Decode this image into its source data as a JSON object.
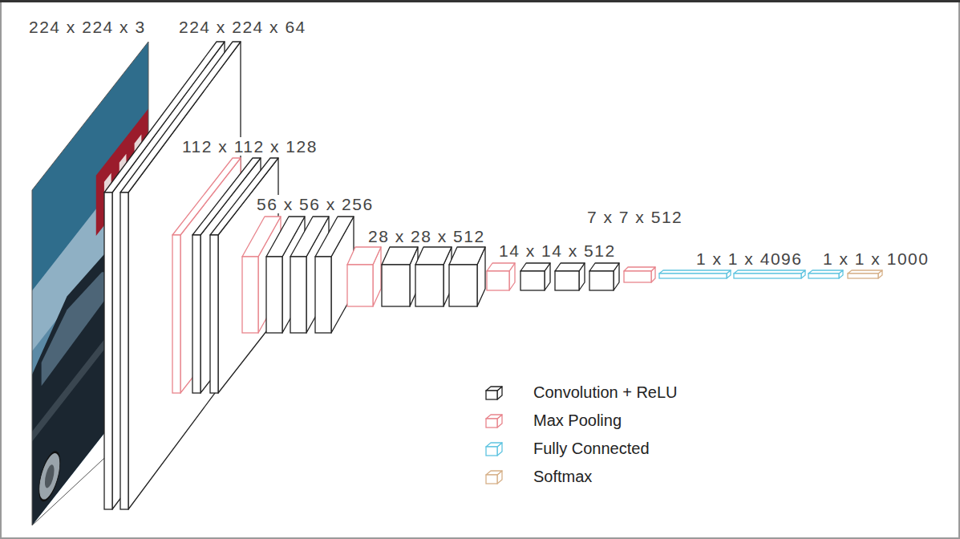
{
  "diagram": {
    "labels": [
      "224 x 224 x 3",
      "224 x 224 x 64",
      "112 x 112 x 128",
      "56 x 56 x 256",
      "28 x 28 x 512",
      "14 x 14 x 512",
      "7 x 7 x 512",
      "1 x 1 x 4096",
      "1 x 1 x 1000"
    ],
    "legend": [
      {
        "text": "Convolution + ReLU",
        "color": "#222222"
      },
      {
        "text": "Max Pooling",
        "color": "#e8848c"
      },
      {
        "text": "Fully Connected",
        "color": "#5fc4e0"
      },
      {
        "text": "Softmax",
        "color": "#d6b088"
      }
    ]
  }
}
